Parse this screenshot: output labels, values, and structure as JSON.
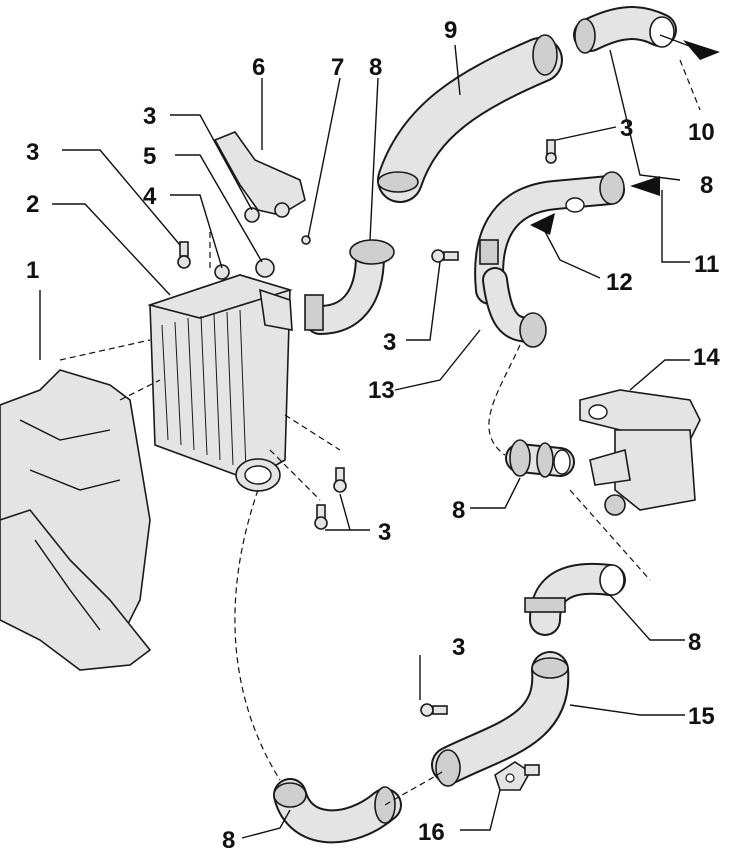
{
  "labels": {
    "l1": "1",
    "l2": "2",
    "l3a": "3",
    "l3b": "3",
    "l3c": "3",
    "l3d": "3",
    "l3e": "3",
    "l3f": "3",
    "l4": "4",
    "l5": "5",
    "l6": "6",
    "l7": "7",
    "l8a": "8",
    "l8b": "8",
    "l8c": "8",
    "l8d": "8",
    "l8e": "8",
    "l9": "9",
    "l10": "10",
    "l11": "11",
    "l12": "12",
    "l13": "13",
    "l14": "14",
    "l15": "15",
    "l16": "16"
  }
}
